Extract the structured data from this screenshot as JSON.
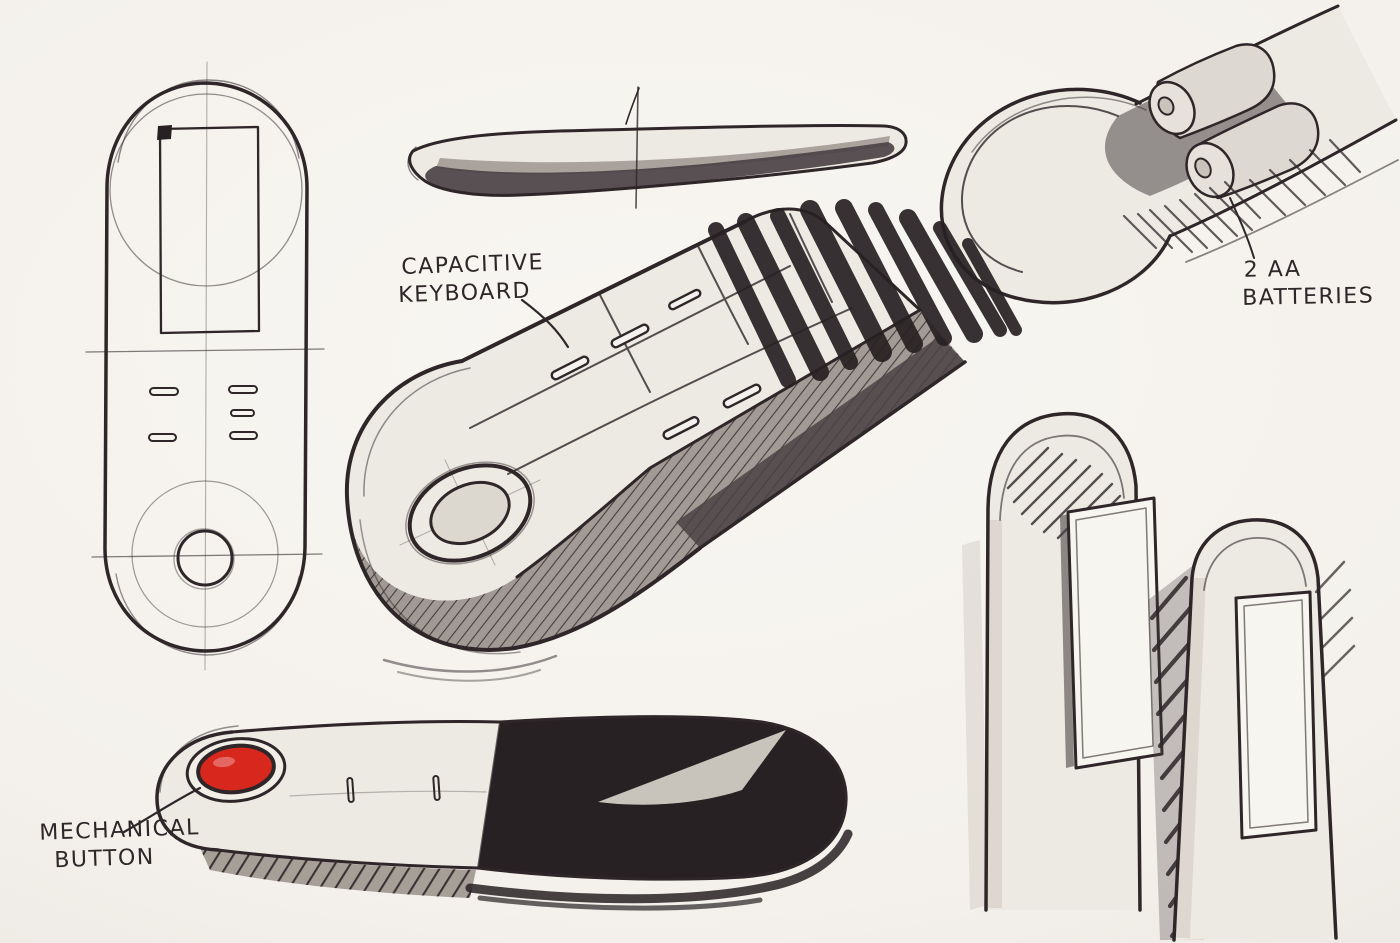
{
  "colors": {
    "paper": "#f5f2ee",
    "ink": "#2e2629",
    "surface": "#edeae3",
    "marker-light": "#d8d2cb",
    "marker-mid": "#98908a",
    "marker-dark": "#4b4245",
    "marker-black": "#272123",
    "button-red": "#d8271d",
    "highlight": "#d6d1c9"
  },
  "annotations": {
    "capacitive_keyboard": {
      "line1": "CAPACITIVE",
      "line2": "KEYBOARD"
    },
    "batteries": {
      "line1": "2 AA",
      "line2": "BATTERIES"
    },
    "mechanical_button": {
      "line1": "MECHANICAL",
      "line2": "BUTTON"
    }
  }
}
